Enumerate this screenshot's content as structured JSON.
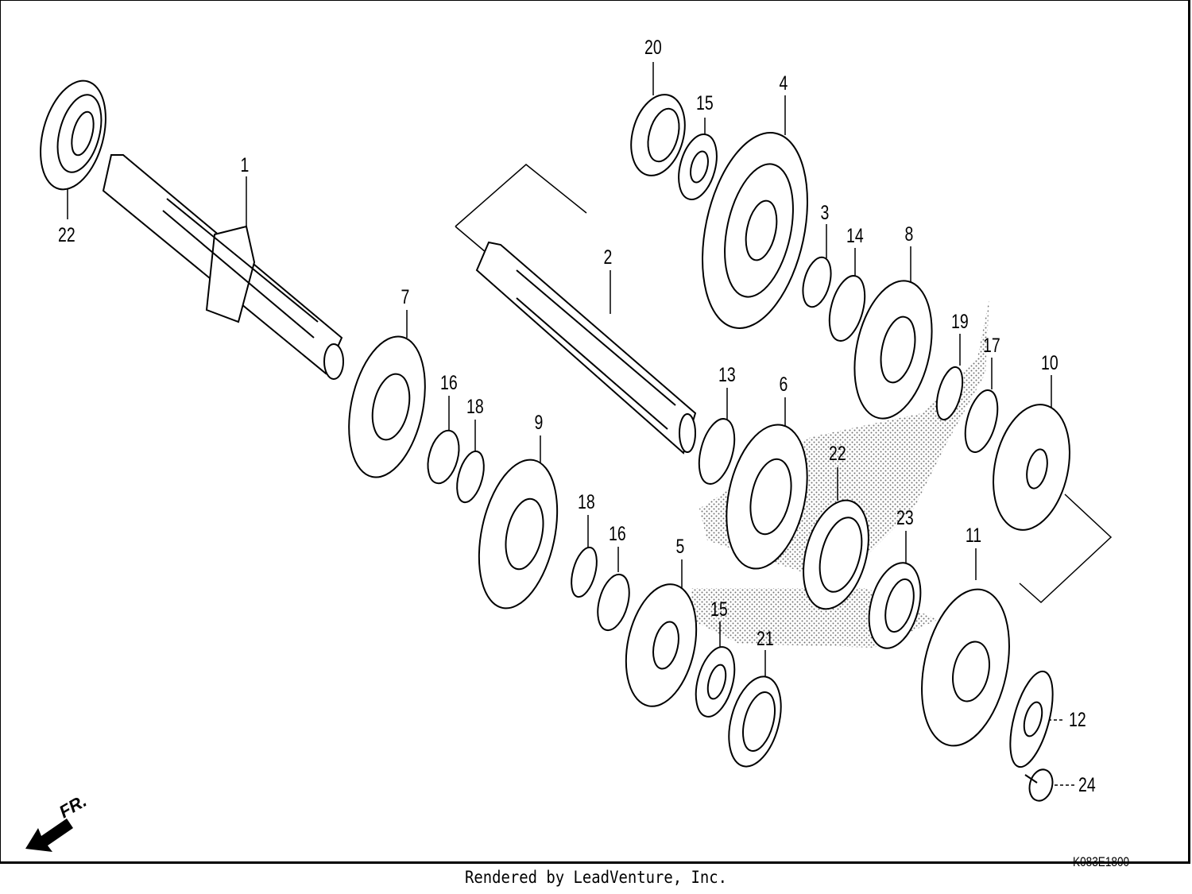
{
  "diagram": {
    "callouts": [
      {
        "id": "c1",
        "label": "1"
      },
      {
        "id": "c2",
        "label": "2"
      },
      {
        "id": "c3",
        "label": "3"
      },
      {
        "id": "c4",
        "label": "4"
      },
      {
        "id": "c5",
        "label": "5"
      },
      {
        "id": "c6",
        "label": "6"
      },
      {
        "id": "c7",
        "label": "7"
      },
      {
        "id": "c8",
        "label": "8"
      },
      {
        "id": "c9",
        "label": "9"
      },
      {
        "id": "c10",
        "label": "10"
      },
      {
        "id": "c11",
        "label": "11"
      },
      {
        "id": "c12",
        "label": "12"
      },
      {
        "id": "c13",
        "label": "13"
      },
      {
        "id": "c14",
        "label": "14"
      },
      {
        "id": "c15a",
        "label": "15"
      },
      {
        "id": "c15b",
        "label": "15"
      },
      {
        "id": "c16a",
        "label": "16"
      },
      {
        "id": "c16b",
        "label": "16"
      },
      {
        "id": "c17",
        "label": "17"
      },
      {
        "id": "c18a",
        "label": "18"
      },
      {
        "id": "c18b",
        "label": "18"
      },
      {
        "id": "c19",
        "label": "19"
      },
      {
        "id": "c20",
        "label": "20"
      },
      {
        "id": "c21",
        "label": "21"
      },
      {
        "id": "c22a",
        "label": "22"
      },
      {
        "id": "c22b",
        "label": "22"
      },
      {
        "id": "c23",
        "label": "23"
      },
      {
        "id": "c24",
        "label": "24"
      }
    ],
    "direction_label": "FR.",
    "drawing_code": "K083E1800"
  },
  "footer": {
    "text": "Rendered by LeadVenture, Inc."
  }
}
